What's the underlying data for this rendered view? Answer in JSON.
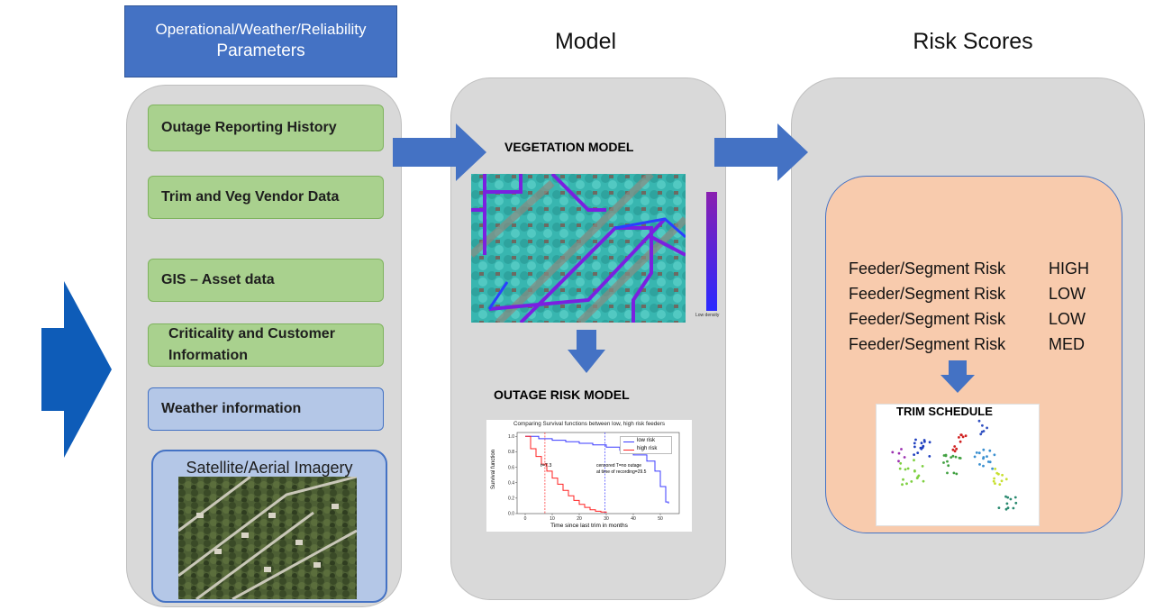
{
  "header": {
    "line1": "Operational/Weather/Reliability",
    "line2": "Parameters"
  },
  "columns": {
    "model_title": "Model",
    "risk_title": "Risk Scores"
  },
  "inputs": [
    "Outage Reporting History",
    "Trim and Veg Vendor Data",
    "GIS – Asset data",
    "Criticality and Customer Information"
  ],
  "weather_label": "Weather information",
  "imagery_label": "Satellite/Aerial Imagery",
  "vegetation_model": {
    "title": "VEGETATION MODEL",
    "colorbar_label": "Low density"
  },
  "outage_model": {
    "title": "OUTAGE RISK MODEL",
    "chart_title": "Comparing Survival functions between low, high risk feeders",
    "ylabel": "Survival function",
    "xlabel": "Time since last trim in months",
    "legend_low": "low risk",
    "legend_high": "high risk",
    "annot_high": "t=7.3",
    "annot_low_1": "censored T=no outage",
    "annot_low_2": "at time of recording=29.5",
    "x_ticks": [
      "0",
      "10",
      "20",
      "30",
      "40",
      "50"
    ],
    "y_ticks": [
      "0.0",
      "0.2",
      "0.4",
      "0.6",
      "0.8",
      "1.0"
    ]
  },
  "risk_scores": [
    {
      "label": "Feeder/Segment Risk",
      "level": "HIGH"
    },
    {
      "label": "Feeder/Segment Risk",
      "level": "LOW"
    },
    {
      "label": "Feeder/Segment Risk",
      "level": "LOW"
    },
    {
      "label": "Feeder/Segment Risk",
      "level": "MED"
    }
  ],
  "trim_schedule_title": "TRIM SCHEDULE",
  "colors": {
    "arrow_blue": "#4472c4",
    "big_arrow_blue": "#0e5cb8",
    "panel_gray": "#d9d9d9",
    "input_green": "#a9d18e",
    "weather_blue": "#b4c7e7",
    "risk_peach": "#f8cbad"
  },
  "chart_data": {
    "type": "line",
    "title": "Comparing Survival functions between low, high risk feeders",
    "xlabel": "Time since last trim in months",
    "ylabel": "Survival function",
    "xlim": [
      -3,
      57
    ],
    "ylim": [
      0,
      1.05
    ],
    "grid": false,
    "legend": "top-right",
    "series": [
      {
        "name": "low risk",
        "color": "#3b3bff",
        "x": [
          0,
          5,
          10,
          15,
          20,
          25,
          30,
          35,
          40,
          45,
          48,
          50,
          52,
          53
        ],
        "y": [
          1.0,
          0.97,
          0.95,
          0.93,
          0.91,
          0.89,
          0.86,
          0.82,
          0.76,
          0.68,
          0.55,
          0.35,
          0.15,
          0.13
        ]
      },
      {
        "name": "high risk",
        "color": "#ff2222",
        "x": [
          0,
          2,
          4,
          6,
          8,
          10,
          12,
          14,
          16,
          18,
          20,
          22,
          24,
          26,
          28,
          30
        ],
        "y": [
          1.0,
          0.84,
          0.74,
          0.64,
          0.55,
          0.46,
          0.38,
          0.3,
          0.23,
          0.17,
          0.12,
          0.08,
          0.05,
          0.03,
          0.02,
          0.01
        ]
      }
    ],
    "vlines": [
      {
        "x": 7.3,
        "color": "#ff2222"
      },
      {
        "x": 29.5,
        "color": "#3b3bff"
      }
    ]
  }
}
